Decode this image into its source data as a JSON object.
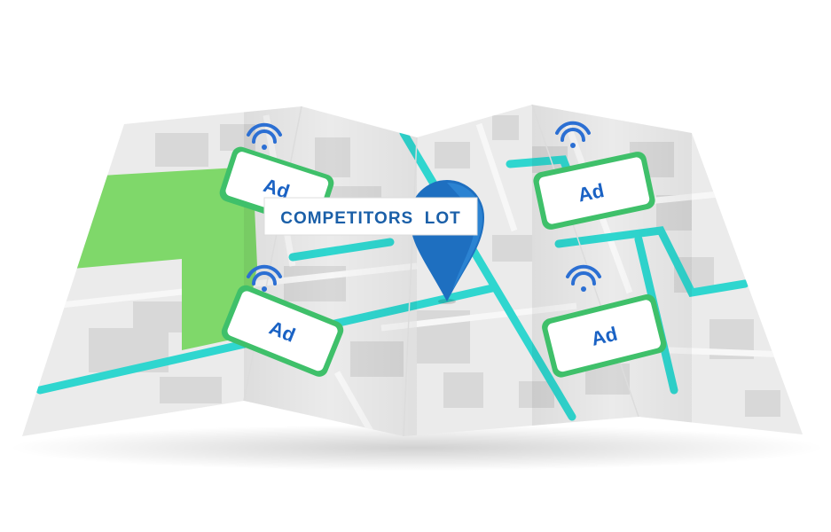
{
  "map": {
    "label": "COMPETITORS  LOT",
    "ads": [
      {
        "text": "Ad"
      },
      {
        "text": "Ad"
      },
      {
        "text": "Ad"
      },
      {
        "text": "Ad"
      }
    ]
  },
  "colors": {
    "road": "#2fd6cf",
    "park": "#7fd86a",
    "pin": "#1e6fc0",
    "pin_light": "#3b9be8",
    "label_text": "#1a5fa8",
    "wifi": "#2b6fd3",
    "phone_frame": "#3fc06a",
    "phone_screen": "#ffffff"
  },
  "icons": [
    "location-pin-icon",
    "wifi-signal-icon",
    "phone-ad-icon"
  ]
}
